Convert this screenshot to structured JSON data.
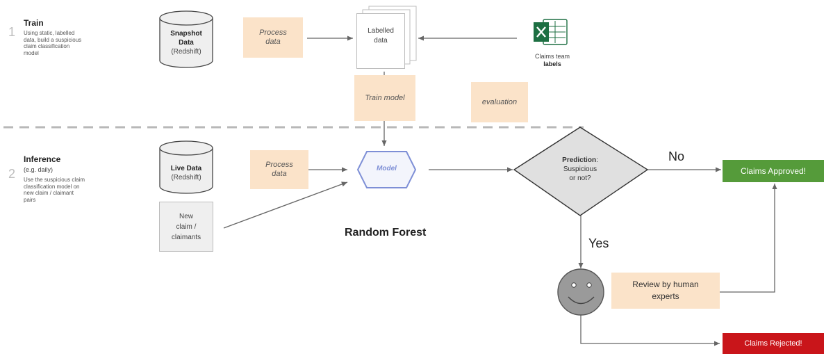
{
  "steps": {
    "train": {
      "number": "1",
      "title": "Train",
      "description": [
        "Using static, labelled",
        "data, build a suspicious",
        "claim classification",
        "model"
      ]
    },
    "inference": {
      "number": "2",
      "title": "Inference",
      "subtitle": "(e.g. daily)",
      "description": [
        "Use the suspicious claim",
        "classification model on",
        "new claim / claimant",
        "pairs"
      ]
    }
  },
  "train_row": {
    "snapshot_db": {
      "title": "Snapshot",
      "title2": "Data",
      "source": "(Redshift)"
    },
    "process": [
      "Process",
      "data"
    ],
    "labelled": [
      "Labelled",
      "data"
    ],
    "excel_icon": "excel-icon",
    "claims_team": {
      "line1": "Claims team",
      "line2": "labels"
    },
    "train_model": "Train model",
    "evaluation": "evaluation"
  },
  "inference_row": {
    "live_db": {
      "title": "Live Data",
      "source": "(Redshift)"
    },
    "process": [
      "Process",
      "data"
    ],
    "new_claim": [
      "New",
      "claim /",
      "claimants"
    ],
    "model": "Model",
    "random_forest": "Random Forest",
    "prediction": {
      "bold": "Prediction",
      "colon": ":",
      "line2": "Suspicious",
      "line3": "or not?"
    },
    "no_label": "No",
    "yes_label": "Yes",
    "review": [
      "Review by human",
      "experts"
    ],
    "approved": "Claims Approved!",
    "rejected": "Claims Rejected!",
    "face_icon": "smiley-face-icon"
  },
  "colors": {
    "peach": "#fbe3c9",
    "approved": "#559b3a",
    "rejected": "#c9151a",
    "model_outline": "#7e8fd6",
    "arrow": "#666666"
  }
}
